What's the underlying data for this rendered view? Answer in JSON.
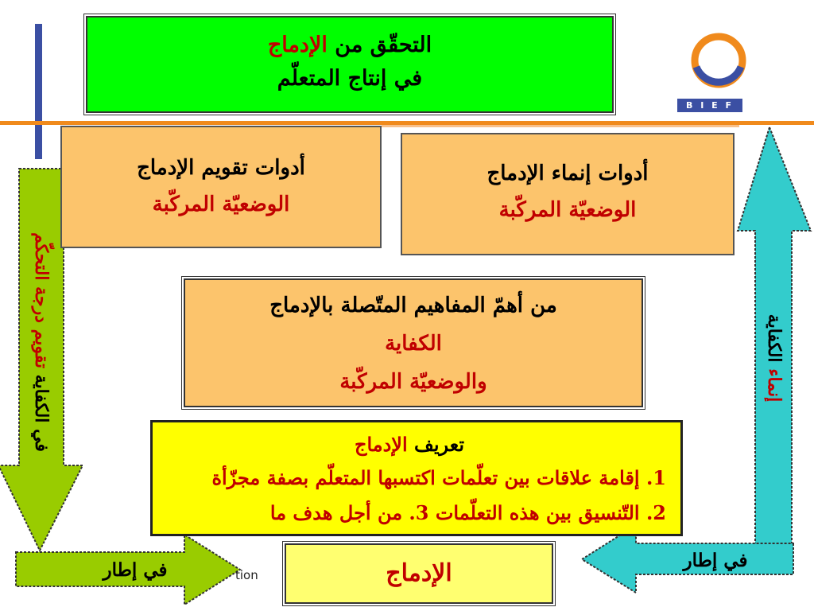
{
  "colors": {
    "green": "#00ff00",
    "orange": "#fcc46c",
    "yellow": "#ffff00",
    "pale_yellow": "#ffff70",
    "lime": "#99cc00",
    "teal": "#33cccc",
    "red_text": "#c00000",
    "blue_bar": "#3b4fa3",
    "orange_line": "#f08a1c"
  },
  "logo": {
    "icon": "ring-logo-icon",
    "text": "B I E F"
  },
  "title": {
    "line1_black": "التحقّق من",
    "line1_red": "الإدماج",
    "line2": "في إنتاج المتعلّم"
  },
  "left_top_box": {
    "title": "أدوات تقويم الإدماج",
    "subtitle": "الوضعيّة المركّبة"
  },
  "right_top_box": {
    "title": "أدوات إنماء الإدماج",
    "subtitle": "الوضعيّة المركّبة"
  },
  "concepts_box": {
    "title": "من أهمّ المفاهيم المتّصلة بالإدماج",
    "item1": "الكفاية",
    "item2": "والوضعيّة المركّبة"
  },
  "definition_box": {
    "title_black": "تعريف",
    "title_red": "الإدماج",
    "line1": "1. إقامة علاقات بين تعلّمات اكتسبها المتعلّم بصفة مجزّأة",
    "line2": "2. التّنسيق بين هذه التعلّمات 3. من أجل هدف ما"
  },
  "integration_box": {
    "label": "الإدماج"
  },
  "left_vertical_arrow": {
    "black_part": "في الكفاية",
    "red_part": "تقويم درجة التحكّم"
  },
  "right_vertical_arrow": {
    "red_part": "إنماء",
    "black_part": "الكفاية"
  },
  "left_bottom_arrow": {
    "label": "في إطار"
  },
  "right_bottom_arrow": {
    "label": "في إطار"
  },
  "footer_fragment": "tion"
}
